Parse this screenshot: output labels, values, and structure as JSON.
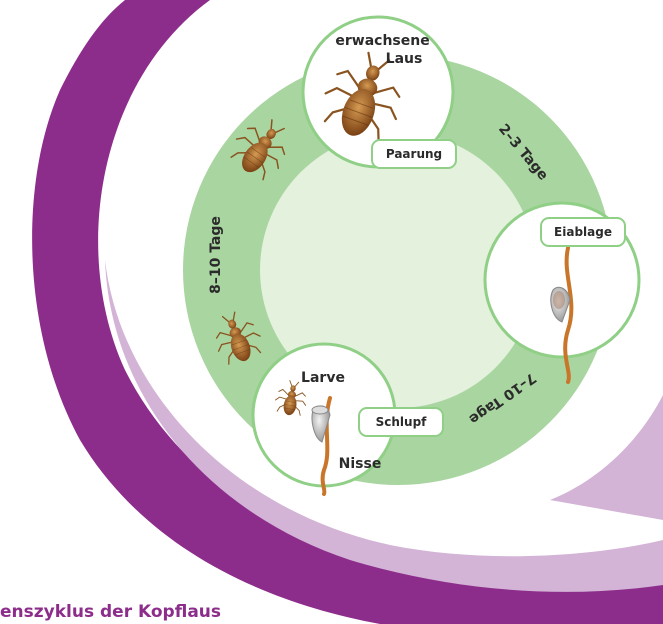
{
  "diagram": {
    "stages": {
      "adult": "erwachsene\nLaus",
      "mating": "Paarung",
      "egg_laying": "Eiablage",
      "hatch": "Schlupf",
      "larva": "Larve",
      "nit": "Nisse"
    },
    "durations": {
      "top_right": "2–3 Tage",
      "bottom_right": "7–10 Tage",
      "left": "8–10 Tage"
    },
    "caption": "enszyklus der Kopflaus",
    "colors": {
      "purple_dark": "#8d2d8b",
      "purple_light": "#d3b3d6",
      "ring_green": "#a9d5a0",
      "center_green": "#e3f1dd",
      "stage_border": "#8fcf86",
      "louse_brown": "#a0622a",
      "hair_orange": "#c9762a"
    },
    "icons": [
      "adult-louse-icon",
      "louse-nymph-icon",
      "hair-with-egg-icon",
      "empty-nit-icon"
    ]
  }
}
